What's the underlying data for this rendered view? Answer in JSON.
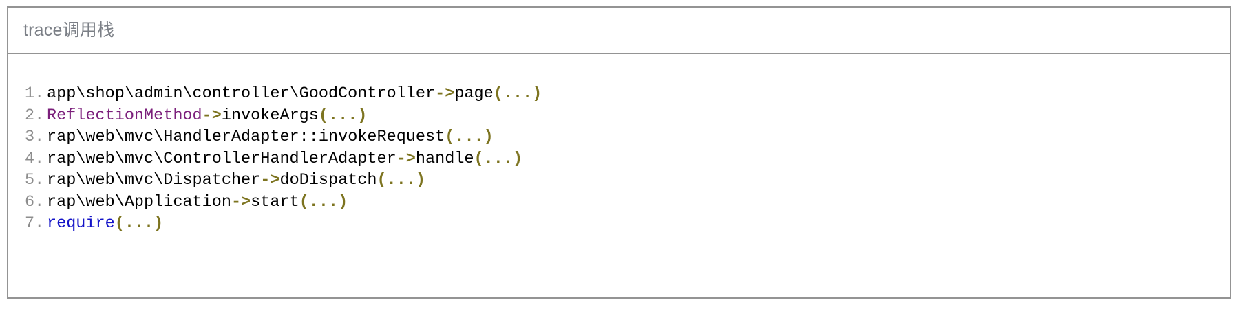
{
  "panel": {
    "header_title": "trace调用栈"
  },
  "trace": {
    "lines": [
      {
        "number": "1.",
        "text": "app\\shop\\admin\\controller\\GoodController->page(...)",
        "tokens": [
          {
            "t": "app\\shop\\admin\\controller\\GoodController",
            "c": "tok-plain"
          },
          {
            "t": "->",
            "c": "tok-op"
          },
          {
            "t": "page",
            "c": "tok-plain"
          },
          {
            "t": "(...)",
            "c": "tok-args"
          }
        ]
      },
      {
        "number": "2.",
        "text": "ReflectionMethod->invokeArgs(...)",
        "tokens": [
          {
            "t": "ReflectionMethod",
            "c": "tok-class"
          },
          {
            "t": "->",
            "c": "tok-op"
          },
          {
            "t": "invokeArgs",
            "c": "tok-plain"
          },
          {
            "t": "(...)",
            "c": "tok-args"
          }
        ]
      },
      {
        "number": "3.",
        "text": "rap\\web\\mvc\\HandlerAdapter::invokeRequest(...)",
        "tokens": [
          {
            "t": "rap\\web\\mvc\\HandlerAdapter",
            "c": "tok-plain"
          },
          {
            "t": "::",
            "c": "tok-plain"
          },
          {
            "t": "invokeRequest",
            "c": "tok-plain"
          },
          {
            "t": "(...)",
            "c": "tok-args"
          }
        ]
      },
      {
        "number": "4.",
        "text": "rap\\web\\mvc\\ControllerHandlerAdapter->handle(...)",
        "tokens": [
          {
            "t": "rap\\web\\mvc\\ControllerHandlerAdapter",
            "c": "tok-plain"
          },
          {
            "t": "->",
            "c": "tok-op"
          },
          {
            "t": "handle",
            "c": "tok-plain"
          },
          {
            "t": "(...)",
            "c": "tok-args"
          }
        ]
      },
      {
        "number": "5.",
        "text": "rap\\web\\mvc\\Dispatcher->doDispatch(...)",
        "tokens": [
          {
            "t": "rap\\web\\mvc\\Dispatcher",
            "c": "tok-plain"
          },
          {
            "t": "->",
            "c": "tok-op"
          },
          {
            "t": "doDispatch",
            "c": "tok-plain"
          },
          {
            "t": "(...)",
            "c": "tok-args"
          }
        ]
      },
      {
        "number": "6.",
        "text": "rap\\web\\Application->start(...)",
        "tokens": [
          {
            "t": "rap\\web\\Application",
            "c": "tok-plain"
          },
          {
            "t": "->",
            "c": "tok-op"
          },
          {
            "t": "start",
            "c": "tok-plain"
          },
          {
            "t": "(...)",
            "c": "tok-args"
          }
        ]
      },
      {
        "number": "7.",
        "text": "require(...)",
        "tokens": [
          {
            "t": "require",
            "c": "tok-kw"
          },
          {
            "t": "(...)",
            "c": "tok-args"
          }
        ]
      }
    ]
  },
  "colors": {
    "border": "#949494",
    "header_text": "#7b7f86",
    "line_number": "#8d8d8d",
    "token_plain": "#000000",
    "token_class": "#7b1f7b",
    "token_keyword": "#1414c8",
    "token_operator": "#7d7420",
    "background": "#ffffff"
  }
}
